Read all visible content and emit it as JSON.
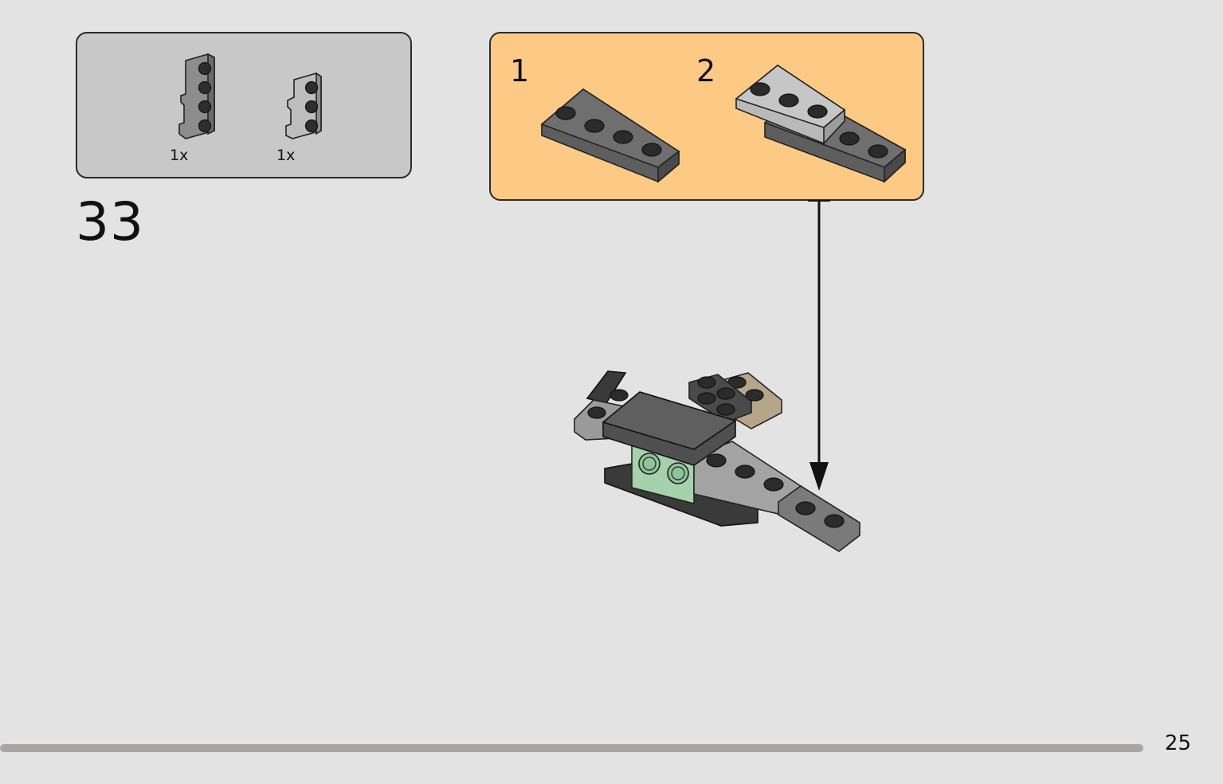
{
  "step": {
    "number": "33"
  },
  "parts_list": [
    {
      "icon": "wing-plate-dark-grey-icon",
      "qty": "1x",
      "color": "#8a8a8a"
    },
    {
      "icon": "wing-plate-light-grey-icon",
      "qty": "1x",
      "color": "#b5b5b5"
    }
  ],
  "sub_steps": [
    {
      "label": "1"
    },
    {
      "label": "2"
    }
  ],
  "page": {
    "number": "25"
  },
  "colors": {
    "background": "#e3e3e3",
    "parts_box": "#c8c8c8",
    "sub_box": "#fdca86",
    "progress": "#a9a6a2",
    "dark_grey": "#6b6b6b",
    "light_grey": "#a8a8a8",
    "sand_green": "#a6d1ad",
    "tan": "#b7a58a"
  }
}
